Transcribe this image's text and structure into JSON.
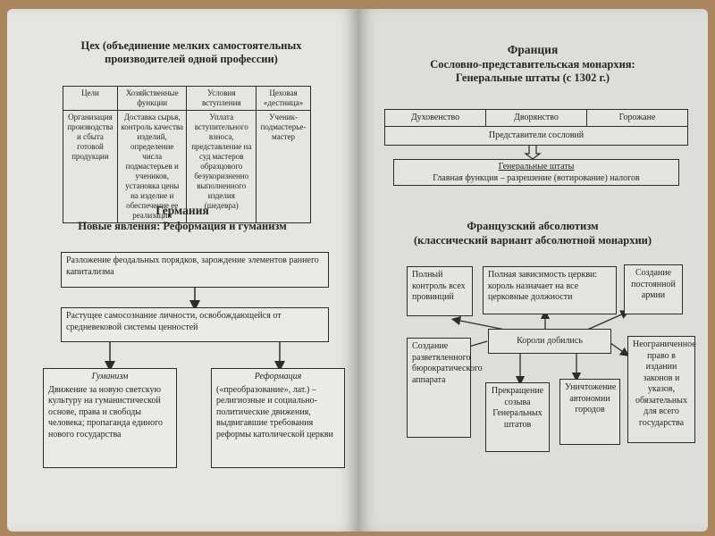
{
  "left_page": {
    "guild": {
      "title": "Цех (объединение мелких самостоятельных производителей одной профессии)",
      "columns": [
        "Цели",
        "Хозяйственные функции",
        "Условия вступления",
        "Цеховая «дестница»"
      ],
      "cells": [
        "Организация производства и сбыта готовой продукции",
        "Доставка сырья, контроль качества изделий, определение числа подмастерьев и учеников, установка цены на изделие и обеспечение ее реализации",
        "Уплата вступительного взноса, представление на суд мастеров образцового безукоризненно выполненного изделия (шедевра)",
        "Ученик-подмастерье-мастер"
      ]
    },
    "germany": {
      "title": "Германия",
      "subtitle": "Новые явления: Реформация и гуманизм",
      "box1": "Разложение феодальных порядков, зарождение элементов раннего капитализма",
      "box2": "Растущее самосознание личности, освобождающейся от средневековой системы ценностей",
      "humanism_title": "Гуманизм",
      "humanism_text": "Движение за новую светскую культуру на гуманистической основе, права и свободы человека; пропаганда единого нового государства",
      "reformation_title": "Реформация",
      "reformation_text": "(«преобразование», лат.) – религиозные и социально-политические движения, выдвигавшие требования реформы католической церкви"
    }
  },
  "right_page": {
    "france": {
      "title": "Франция",
      "subtitle1": "Сословно-представительская монархия:",
      "subtitle2": "Генеральные штаты (с 1302 г.)",
      "estates": [
        "Духовенство",
        "Дворянство",
        "Горожане"
      ],
      "representatives": "Представители сословий",
      "estates_general": "Генеральные штаты",
      "main_function": "Главная функция – разрешение (вотирование) налогов"
    },
    "absolutism": {
      "title": "Французский абсолютизм",
      "subtitle": "(классический вариант абсолютной монархии)",
      "center": "Короли добились",
      "top_left": "Полный контроль всех провинций",
      "top_middle": "Полная зависимость церкви: король назначает на все церковные должности",
      "top_right": "Создание постоянной армии",
      "left": "Создание разветвленного бюрократического аппарата",
      "bottom_left": "Прекращение созыва Генеральных штатов",
      "bottom_middle": "Уничтожение автономии городов",
      "right": "Неограниченное право в издании законов и указов, обязательных для всего государства"
    }
  }
}
